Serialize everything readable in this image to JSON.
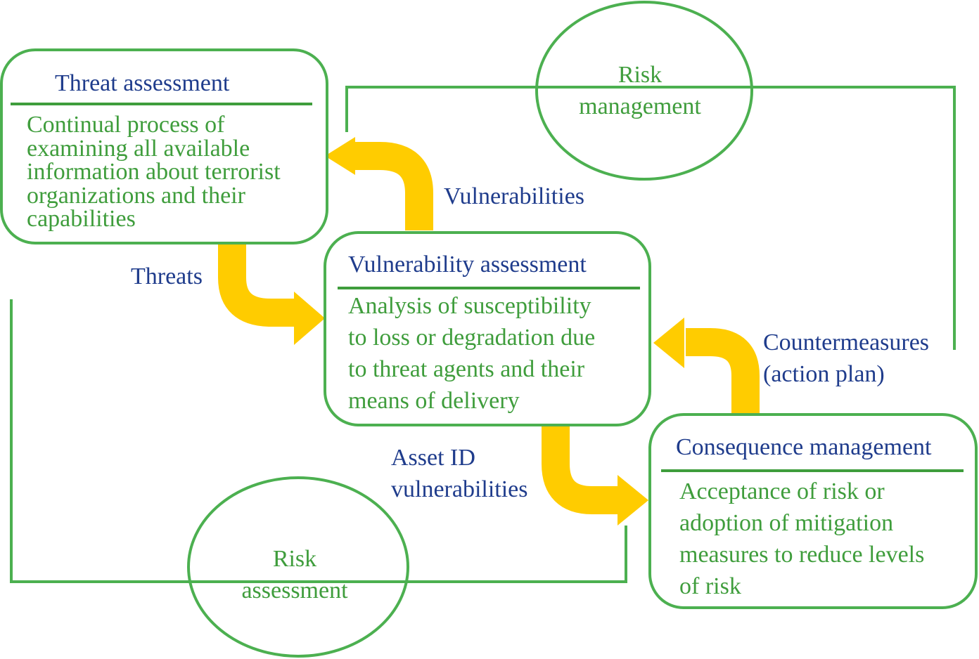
{
  "colors": {
    "box_stroke": "#4cb050",
    "arrow_fill": "#ffcc00",
    "title_text": "#1f3c8c",
    "body_text": "#3f9d3c"
  },
  "boxes": {
    "threat": {
      "title": "Threat assessment",
      "body": [
        "Continual process of",
        "examining all available",
        "information about terrorist",
        "organizations and their",
        "capabilities"
      ]
    },
    "vulnerability": {
      "title": "Vulnerability assessment",
      "body": [
        "Analysis of susceptibility",
        "to loss or degradation due",
        "to threat agents and their",
        "means of delivery"
      ]
    },
    "consequence": {
      "title": "Consequence management",
      "body": [
        "Acceptance of risk or",
        "adoption of mitigation",
        "measures to reduce levels",
        "of risk"
      ]
    }
  },
  "ellipses": {
    "risk_management": [
      "Risk",
      "management"
    ],
    "risk_assessment": [
      "Risk",
      "assessment"
    ]
  },
  "arrow_labels": {
    "vulnerabilities": "Vulnerabilities",
    "threats": "Threats",
    "countermeasures": [
      "Countermeasures",
      "(action plan)"
    ],
    "asset_id": [
      "Asset ID",
      "vulnerabilities"
    ]
  }
}
